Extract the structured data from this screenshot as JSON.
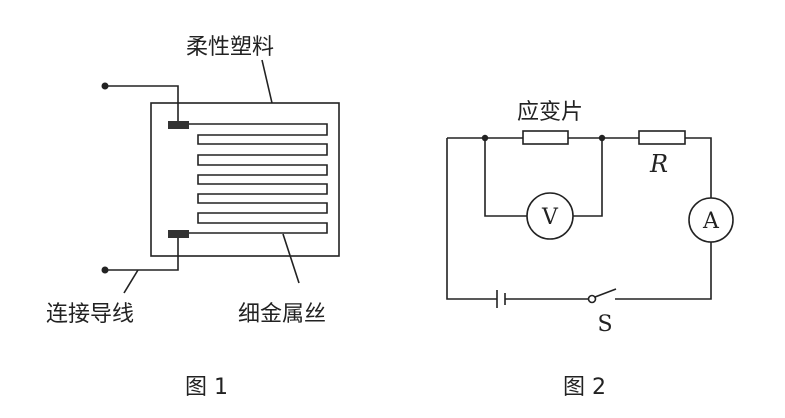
{
  "figure1": {
    "label_plastic": "柔性塑料",
    "label_wire": "细金属丝",
    "label_leads": "连接导线",
    "caption": "图 1"
  },
  "figure2": {
    "label_strain_gauge": "应变片",
    "label_resistor": "R",
    "voltmeter": "V",
    "ammeter": "A",
    "switch": "S",
    "caption": "图 2"
  }
}
